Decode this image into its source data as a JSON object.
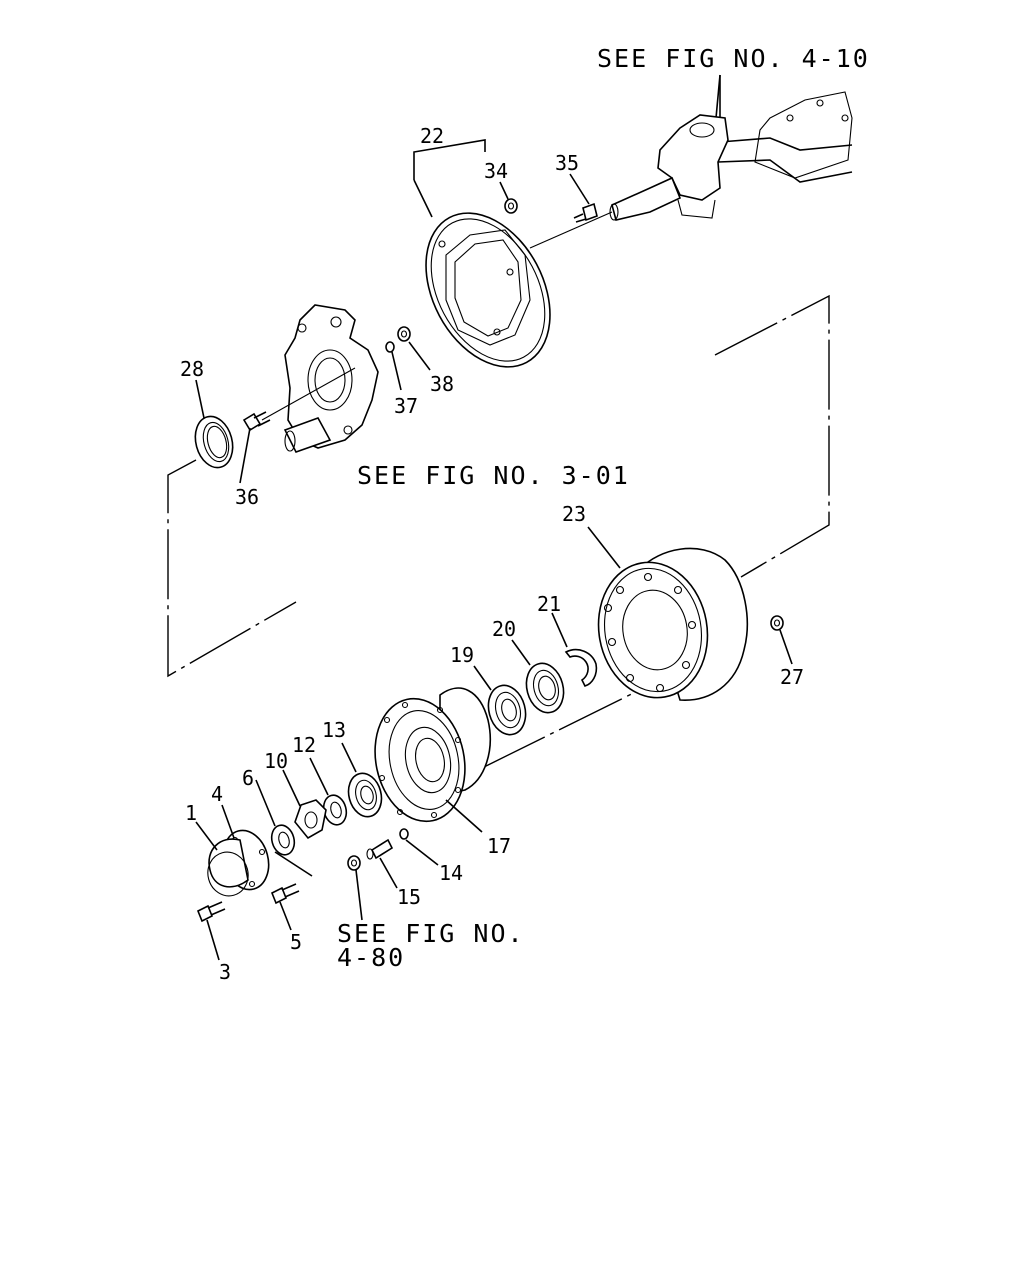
{
  "references": {
    "axle": "SEE FIG NO. 4-10",
    "knuckle": "SEE FIG NO. 3-01",
    "wheel_nut_line1": "SEE FIG NO.",
    "wheel_nut_line2": "4-80"
  },
  "callouts": {
    "p1": "1",
    "p3": "3",
    "p4": "4",
    "p5": "5",
    "p6": "6",
    "p10": "10",
    "p12": "12",
    "p13": "13",
    "p14": "14",
    "p15": "15",
    "p17": "17",
    "p19": "19",
    "p20": "20",
    "p21": "21",
    "p22": "22",
    "p23": "23",
    "p27": "27",
    "p28": "28",
    "p34": "34",
    "p35": "35",
    "p36": "36",
    "p37": "37",
    "p38": "38"
  }
}
